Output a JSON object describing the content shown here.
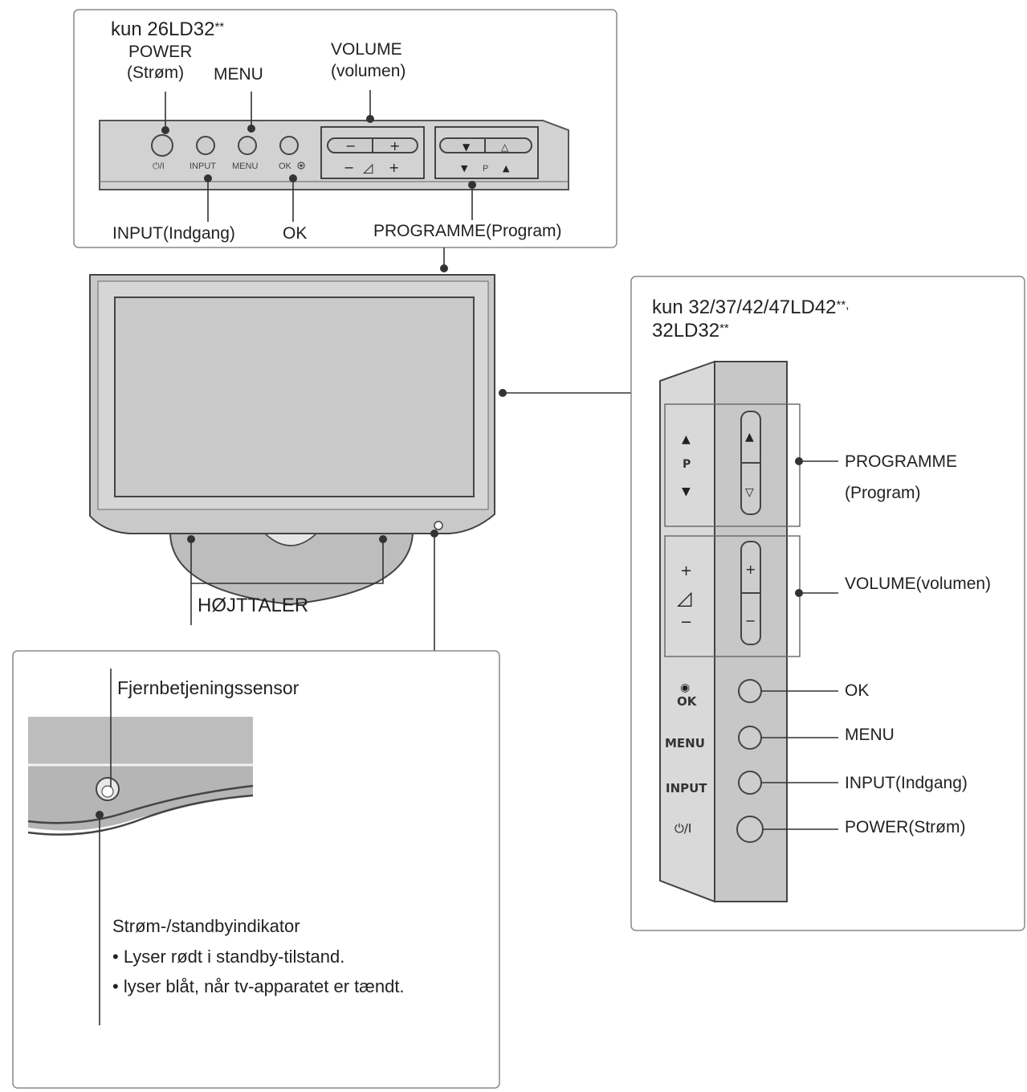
{
  "top_panel": {
    "title": "kun 26LD32",
    "title_suffix": "**",
    "power_label_1": "POWER",
    "power_label_2": "(Strøm)",
    "menu_label": "MENU",
    "volume_label_1": "VOLUME",
    "volume_label_2": "(volumen)",
    "input_label": "INPUT(Indgang)",
    "ok_label": "OK",
    "programme_label": "PROGRAMME(Program)",
    "printed": {
      "power": "⏻/I",
      "input": "INPUT",
      "menu": "MENU",
      "ok": "OK",
      "vol_minus": "−",
      "vol_plus": "+",
      "vol_icon": "◿",
      "prog_down": "▼",
      "prog_p": "P",
      "prog_up": "▲",
      "prog_up_outline": "△"
    }
  },
  "tv": {
    "speaker_label": "HØJTTALER"
  },
  "side_panel": {
    "title_1": "kun 32/37/42/47LD42",
    "title_1_suffix": "**,",
    "title_2": "32LD32",
    "title_2_suffix": "**",
    "programme_label_1": "PROGRAMME",
    "programme_label_2": "(Program)",
    "volume_label": "VOLUME(volumen)",
    "ok_label": "OK",
    "menu_label": "MENU",
    "input_label": "INPUT(Indgang)",
    "power_label": "POWER(Strøm)",
    "printed": {
      "prog_up": "▲",
      "prog_p": "P",
      "prog_down": "▼",
      "prog_down_outline": "▽",
      "vol_plus": "+",
      "vol_icon": "◿",
      "vol_minus": "−",
      "ok_symbol": "◉",
      "ok": "OK",
      "menu": "MENU",
      "input": "INPUT",
      "power": "⏻/I"
    }
  },
  "sensor_panel": {
    "sensor_label": "Fjernbetjeningssensor",
    "indicator_title": "Strøm-/standbyindikator",
    "bullet_1": "• Lyser rødt i standby-tilstand.",
    "bullet_2": "• lyser blåt, når tv-apparatet er tændt."
  }
}
